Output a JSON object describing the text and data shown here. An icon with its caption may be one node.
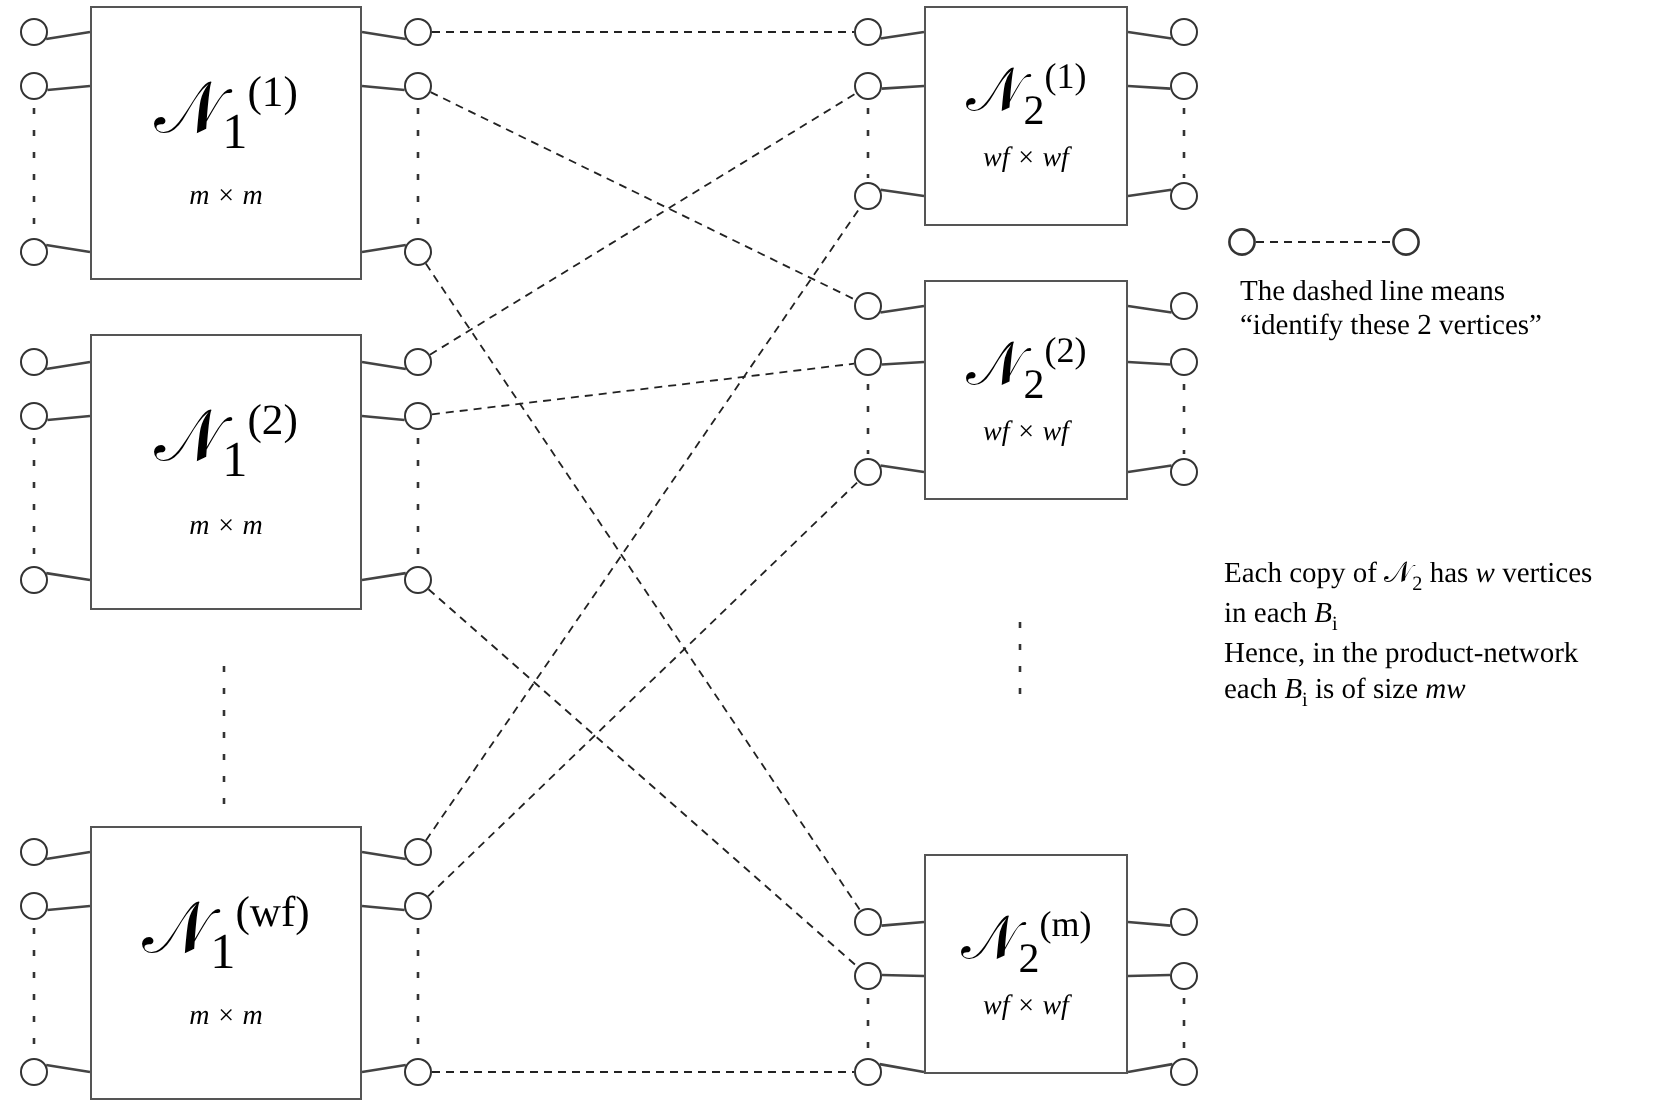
{
  "diagram": {
    "nodes": [
      {
        "text": [
          "𝒩$_{1}$$^{(1)}$",
          "m × m"
        ]
      },
      {
        "text": [
          "𝒩$_{1}$$^{(2)}$",
          "m × m"
        ]
      },
      {
        "text": [
          "𝒩$_{1}$$^{(wf)}$",
          "m × m"
        ]
      },
      {
        "text": [
          "𝒩$_{2}$$^{(1)}$",
          "wf × wf"
        ]
      },
      {
        "text": [
          "𝒩$_{2}$$^{(2)}$",
          "wf × wf"
        ]
      },
      {
        "text": [
          "𝒩$_{2}$$^{(m)}$",
          "wf × wf"
        ]
      },
      {
        "text": [],
        "shape": "circle"
      },
      {
        "text": [],
        "shape": "circle"
      },
      {
        "text": [],
        "shape": "circle"
      },
      {
        "text": [],
        "shape": "circle"
      },
      {
        "text": [],
        "shape": "circle"
      },
      {
        "text": [],
        "shape": "circle"
      },
      {
        "text": [],
        "shape": "circle"
      },
      {
        "text": [],
        "shape": "circle"
      },
      {
        "text": [],
        "shape": "circle"
      },
      {
        "text": [],
        "shape": "circle"
      },
      {
        "text": [],
        "shape": "circle"
      },
      {
        "text": [],
        "shape": "circle"
      },
      {
        "text": [],
        "shape": "circle"
      },
      {
        "text": [],
        "shape": "circle"
      },
      {
        "text": [],
        "shape": "circle"
      },
      {
        "text": [],
        "shape": "circle"
      },
      {
        "text": [],
        "shape": "circle"
      },
      {
        "text": [],
        "shape": "circle"
      },
      {
        "text": [],
        "shape": "circle"
      },
      {
        "text": [],
        "shape": "circle"
      },
      {
        "text": [],
        "shape": "circle"
      },
      {
        "text": [],
        "shape": "circle"
      },
      {
        "text": [],
        "shape": "circle"
      },
      {
        "text": [],
        "shape": "circle"
      },
      {
        "text": [],
        "shape": "circle"
      },
      {
        "text": [],
        "shape": "circle"
      },
      {
        "text": [],
        "shape": "circle"
      },
      {
        "text": [],
        "shape": "circle"
      },
      {
        "text": [],
        "shape": "circle"
      },
      {
        "text": [],
        "shape": "circle"
      },
      {
        "text": [],
        "shape": "circle"
      },
      {
        "text": [],
        "shape": "circle"
      },
      {
        "text": [],
        "shape": "circle"
      },
      {
        "text": [],
        "shape": "circle"
      },
      {
        "text": [],
        "shape": "circle"
      },
      {
        "text": [],
        "shape": "circle"
      }
    ],
    "edges": [
      {
        "from": 6,
        "to": 0,
        "arrow": "none"
      },
      {
        "from": 7,
        "to": 0,
        "arrow": "none"
      },
      {
        "from": 8,
        "to": 0,
        "arrow": "none"
      },
      {
        "from": 9,
        "to": 0,
        "arrow": "none"
      },
      {
        "from": 10,
        "to": 0,
        "arrow": "none"
      },
      {
        "from": 11,
        "to": 0,
        "arrow": "none"
      },
      {
        "from": 12,
        "to": 1,
        "arrow": "none"
      },
      {
        "from": 13,
        "to": 1,
        "arrow": "none"
      },
      {
        "from": 14,
        "to": 1,
        "arrow": "none"
      },
      {
        "from": 15,
        "to": 1,
        "arrow": "none"
      },
      {
        "from": 16,
        "to": 1,
        "arrow": "none"
      },
      {
        "from": 17,
        "to": 1,
        "arrow": "none"
      },
      {
        "from": 18,
        "to": 2,
        "arrow": "none"
      },
      {
        "from": 19,
        "to": 2,
        "arrow": "none"
      },
      {
        "from": 20,
        "to": 2,
        "arrow": "none"
      },
      {
        "from": 21,
        "to": 2,
        "arrow": "none"
      },
      {
        "from": 22,
        "to": 2,
        "arrow": "none"
      },
      {
        "from": 23,
        "to": 2,
        "arrow": "none"
      },
      {
        "from": 24,
        "to": 3,
        "arrow": "none"
      },
      {
        "from": 25,
        "to": 3,
        "arrow": "none"
      },
      {
        "from": 26,
        "to": 3,
        "arrow": "none"
      },
      {
        "from": 27,
        "to": 3,
        "arrow": "none"
      },
      {
        "from": 28,
        "to": 3,
        "arrow": "none"
      },
      {
        "from": 29,
        "to": 3,
        "arrow": "none"
      },
      {
        "from": 30,
        "to": 4,
        "arrow": "none"
      },
      {
        "from": 31,
        "to": 4,
        "arrow": "none"
      },
      {
        "from": 32,
        "to": 4,
        "arrow": "none"
      },
      {
        "from": 33,
        "to": 4,
        "arrow": "none"
      },
      {
        "from": 34,
        "to": 4,
        "arrow": "none"
      },
      {
        "from": 35,
        "to": 4,
        "arrow": "none"
      },
      {
        "from": 36,
        "to": 5,
        "arrow": "none"
      },
      {
        "from": 37,
        "to": 5,
        "arrow": "none"
      },
      {
        "from": 38,
        "to": 5,
        "arrow": "none"
      },
      {
        "from": 39,
        "to": 5,
        "arrow": "none"
      },
      {
        "from": 40,
        "to": 5,
        "arrow": "none"
      },
      {
        "from": 41,
        "to": 5,
        "arrow": "none"
      },
      {
        "from": 9,
        "to": 24,
        "arrow": "none",
        "style": "dashed"
      },
      {
        "from": 10,
        "to": 30,
        "arrow": "none",
        "style": "dashed"
      },
      {
        "from": 11,
        "to": 36,
        "arrow": "none",
        "style": "dashed"
      },
      {
        "from": 15,
        "to": 25,
        "arrow": "none",
        "style": "dashed"
      },
      {
        "from": 16,
        "to": 31,
        "arrow": "none",
        "style": "dashed"
      },
      {
        "from": 17,
        "to": 37,
        "arrow": "none",
        "style": "dashed"
      },
      {
        "from": 21,
        "to": 26,
        "arrow": "none",
        "style": "dashed"
      },
      {
        "from": 22,
        "to": 32,
        "arrow": "none",
        "style": "dashed"
      },
      {
        "from": 23,
        "to": 38,
        "arrow": "none",
        "style": "dashed"
      }
    ],
    "labels": [
      "Each copy of 𝒩$_{2}$ has *w* vertices in each *B*$_{i}$",
      "Hence, in the product-network each *B*$_{i}$ is of size *mw*"
    ],
    "legend": [
      {
        "text": "The dashed line means “identify these 2 vertices”"
      }
    ]
  }
}
